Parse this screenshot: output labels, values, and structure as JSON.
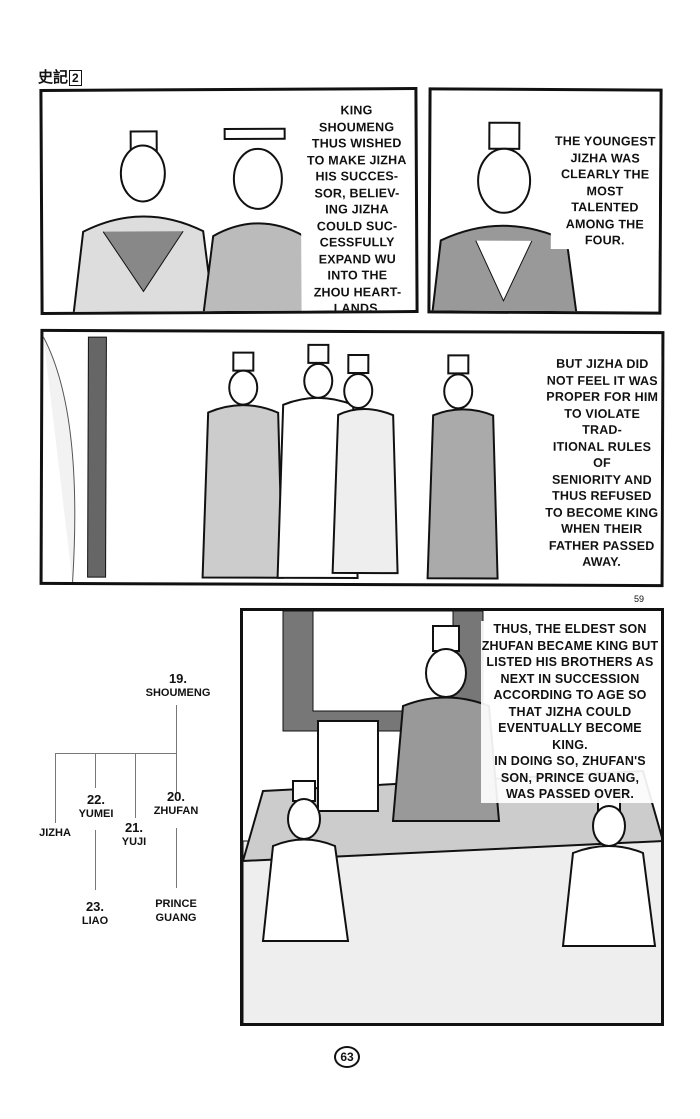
{
  "header": {
    "series_title": "史記",
    "volume": "2"
  },
  "panels": [
    {
      "caption": "KING\nSHOUMENG\nTHUS WISHED\nTO MAKE JIZHA\nHIS SUCCES-\nSOR, BELIEV-\nING JIZHA\nCOULD SUC-\nCESSFULLY\nEXPAND WU\nINTO THE\nZHOU HEART-\nLANDS."
    },
    {
      "caption": "THE YOUNGEST\nJIZHA WAS\nCLEARLY THE\nMOST\nTALENTED\nAMONG THE\nFOUR."
    },
    {
      "caption": "BUT JIZHA DID\nNOT FEEL IT WAS\nPROPER FOR HIM\nTO VIOLATE TRAD-\nITIONAL RULES OF\nSENIORITY AND\nTHUS REFUSED\nTO BECOME KING\nWHEN THEIR\nFATHER PASSED\nAWAY."
    },
    {
      "caption": "THUS, THE ELDEST SON\nZHUFAN BECAME KING BUT\nLISTED HIS BROTHERS AS\nNEXT IN SUCCESSION\nACCORDING TO AGE SO\nTHAT JIZHA COULD\nEVENTUALLY BECOME\nKING.\nIN DOING SO, ZHUFAN'S\nSON, PRINCE GUANG,\nWAS PASSED OVER."
    }
  ],
  "source_page": "59",
  "family_tree": {
    "shoumeng": {
      "num": "19.",
      "name": "SHOUMENG"
    },
    "zhufan": {
      "num": "20.",
      "name": "ZHUFAN"
    },
    "yuji": {
      "num": "21.",
      "name": "YUJI"
    },
    "yumei": {
      "num": "22.",
      "name": "YUMEI"
    },
    "jizha": {
      "name": "JIZHA"
    },
    "liao": {
      "num": "23.",
      "name": "LIAO"
    },
    "guang": {
      "name": "PRINCE\nGUANG"
    }
  },
  "page_number": "63"
}
